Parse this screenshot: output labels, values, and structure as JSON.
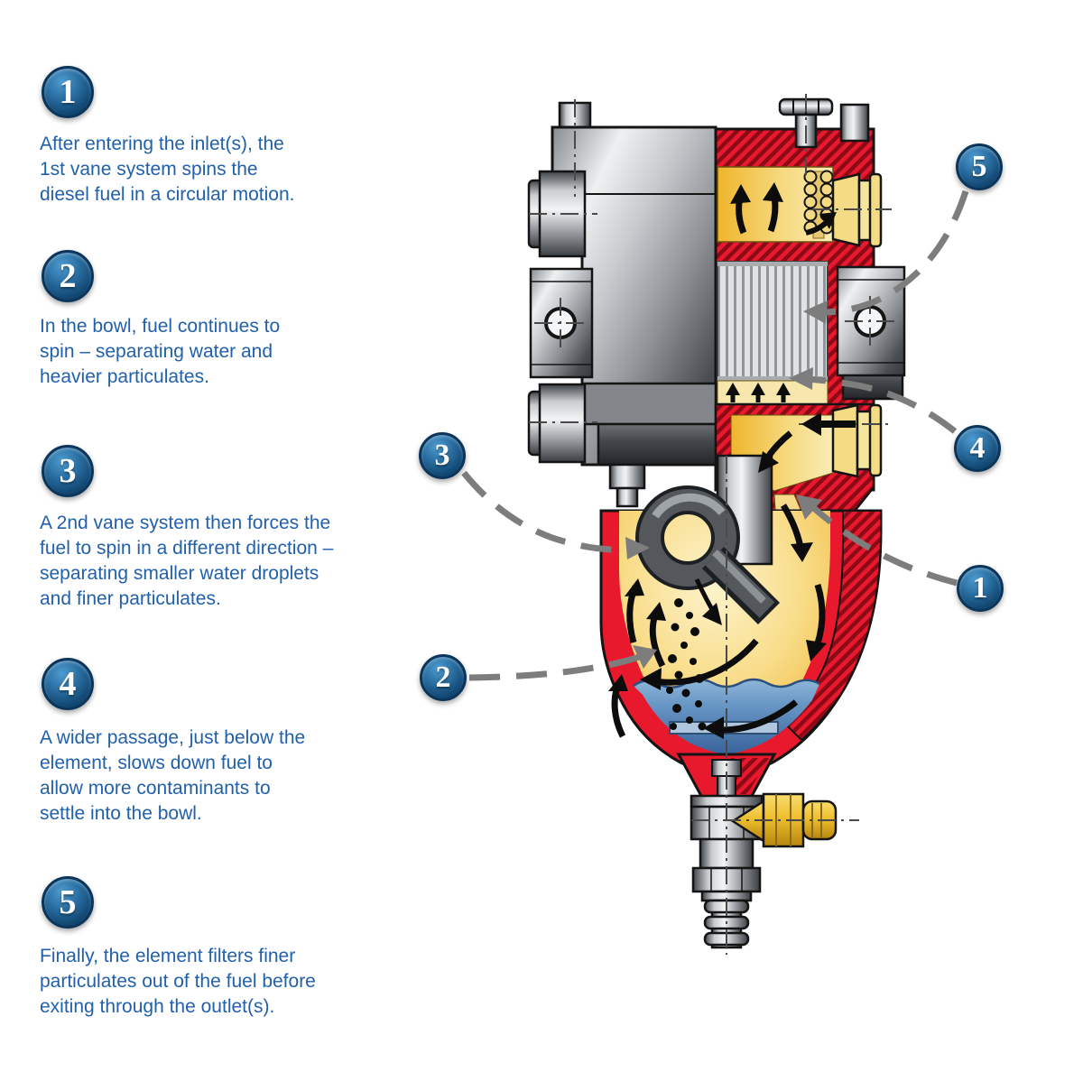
{
  "steps": [
    {
      "number": "1",
      "text": "After entering the inlet(s), the\n1st vane system spins the\ndiesel fuel in a circular motion."
    },
    {
      "number": "2",
      "text": "In the bowl, fuel continues to\nspin – separating water and\nheavier particulates."
    },
    {
      "number": "3",
      "text": "A 2nd vane system then forces the\nfuel to spin in a different direction –\nseparating smaller water droplets\nand finer particulates."
    },
    {
      "number": "4",
      "text": "A wider passage, just below the\nelement, slows down fuel to\nallow more contaminants to\nsettle into the bowl."
    },
    {
      "number": "5",
      "text": "Finally, the element filters finer\nparticulates out of the fuel before\nexiting through the outlet(s)."
    }
  ],
  "callouts": [
    {
      "number": "5"
    },
    {
      "number": "4"
    },
    {
      "number": "1"
    },
    {
      "number": "3"
    },
    {
      "number": "2"
    }
  ],
  "colors": {
    "step_text_blue": "#2160ab",
    "badge_blue_dark": "#0a3356",
    "badge_blue_light": "#4e9bd0",
    "housing_red": "#e8192c",
    "hatch_dark_red": "#8c0a18",
    "fuel_gold": "#efb232",
    "fuel_pale": "#f9ecb6",
    "water_blue": "#38639b",
    "valve_gold": "#eebf2e",
    "metal_light": "#f2f3f4",
    "metal_dark": "#35393d",
    "connector_gray": "#7d7d7d"
  }
}
